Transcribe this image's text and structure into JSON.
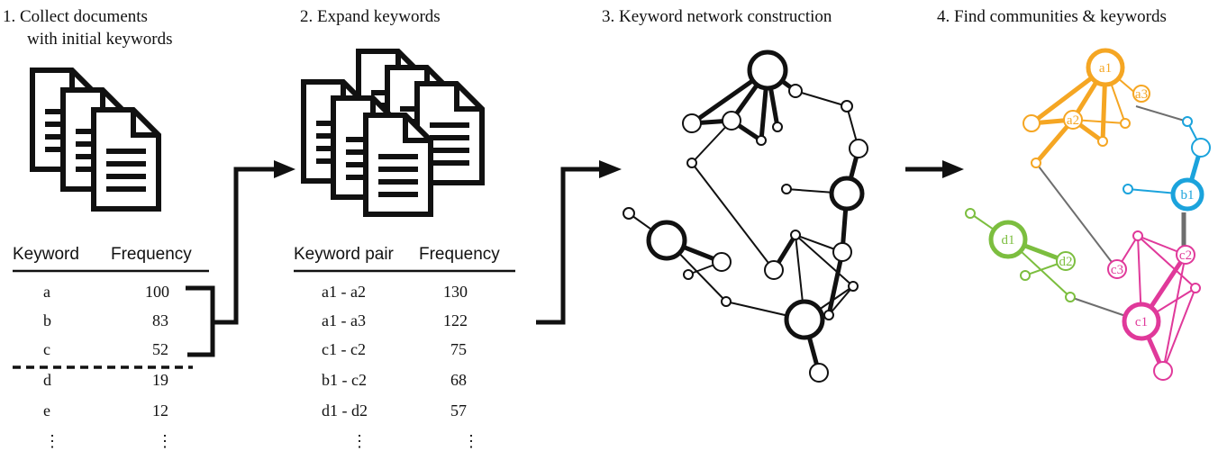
{
  "colors": {
    "ink": "#111111",
    "community_a": "#F5A623",
    "community_b": "#1BA3DC",
    "community_c": "#E0399A",
    "community_d": "#7CBE3F",
    "inter_edge": "#6E6E6E"
  },
  "steps": [
    {
      "title_lines": [
        "1. Collect documents",
        "with initial keywords"
      ]
    },
    {
      "title_lines": [
        "2. Expand keywords"
      ]
    },
    {
      "title_lines": [
        "3. Keyword network construction"
      ]
    },
    {
      "title_lines": [
        "4. Find communities & keywords"
      ]
    }
  ],
  "icons": [
    "document-icon",
    "arrow-right-icon"
  ],
  "table1": {
    "headers": [
      "Keyword",
      "Frequency"
    ],
    "rows": [
      [
        "a",
        "100"
      ],
      [
        "b",
        "83"
      ],
      [
        "c",
        "52"
      ],
      [
        "d",
        "19"
      ],
      [
        "e",
        "12"
      ],
      [
        "⋮",
        "⋮"
      ]
    ]
  },
  "table2": {
    "headers": [
      "Keyword pair",
      "Frequency"
    ],
    "rows": [
      [
        "a1 - a2",
        "130"
      ],
      [
        "a1 - a3",
        "122"
      ],
      [
        "c1 - c2",
        "75"
      ],
      [
        "b1 - c2",
        "68"
      ],
      [
        "d1 - d2",
        "57"
      ],
      [
        "⋮",
        "⋮"
      ]
    ]
  },
  "communities": {
    "a": {
      "labels": [
        "a1",
        "a2",
        "a3"
      ]
    },
    "b": {
      "labels": [
        "b1"
      ]
    },
    "c": {
      "labels": [
        "c1",
        "c2",
        "c3"
      ]
    },
    "d": {
      "labels": [
        "d1",
        "d2"
      ]
    }
  }
}
